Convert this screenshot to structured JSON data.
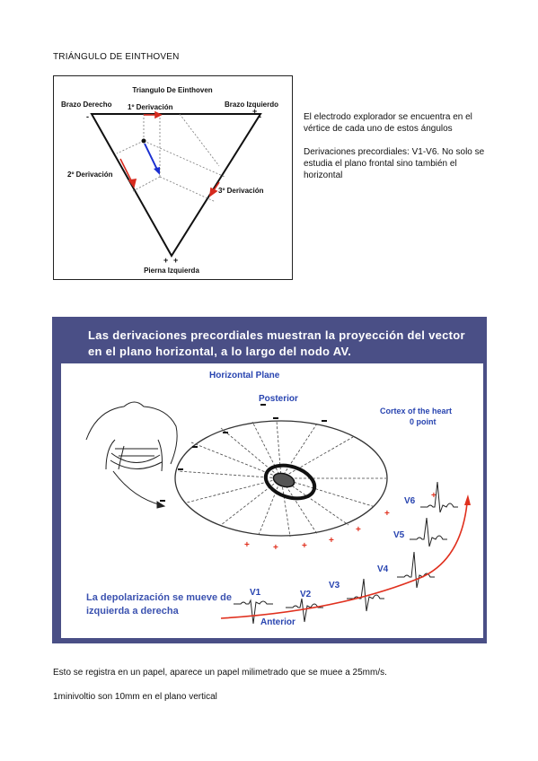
{
  "document": {
    "heading": "TRIÁNGULO DE EINTHOVEN",
    "side_paragraphs": [
      "El electrodo explorador se encuentra en el vértice de cada uno de estos ángulos",
      "Derivaciones precordiales: V1-V6. No solo se estudia el plano frontal sino también el horizontal"
    ],
    "bottom_lines": [
      "Esto se registra en un papel, aparece un papel milimetrado que se muee a 25mm/s.",
      "1minivoltio son 10mm en el plano vertical"
    ]
  },
  "einthoven_figure": {
    "title": "Triangulo De Einthoven",
    "right_arm": "Brazo Derecho",
    "left_arm": "Brazo Izquierdo",
    "left_leg": "Pierna Izquierda",
    "lead_1": "1º Derivación",
    "lead_2": "2º Derivación",
    "lead_3": "3º Derivación",
    "minus": "-",
    "plus": "+"
  },
  "precordial_slide": {
    "title": "Las derivaciones precordiales muestran la proyección del vector en el plano horizontal, a lo largo del nodo AV.",
    "horizontal_plane": "Horizontal Plane",
    "posterior": "Posterior",
    "anterior": "Anterior",
    "cortex_line1": "Cortex of the heart",
    "cortex_line2": "0 point",
    "depolarization": "La depolarización se mueve de izquierda a derecha",
    "leads": [
      "V1",
      "V2",
      "V3",
      "V4",
      "V5",
      "V6"
    ],
    "colors": {
      "background": "#4a4f86",
      "label_blue": "#2844b0",
      "red_arrow": "#e0301e"
    }
  }
}
